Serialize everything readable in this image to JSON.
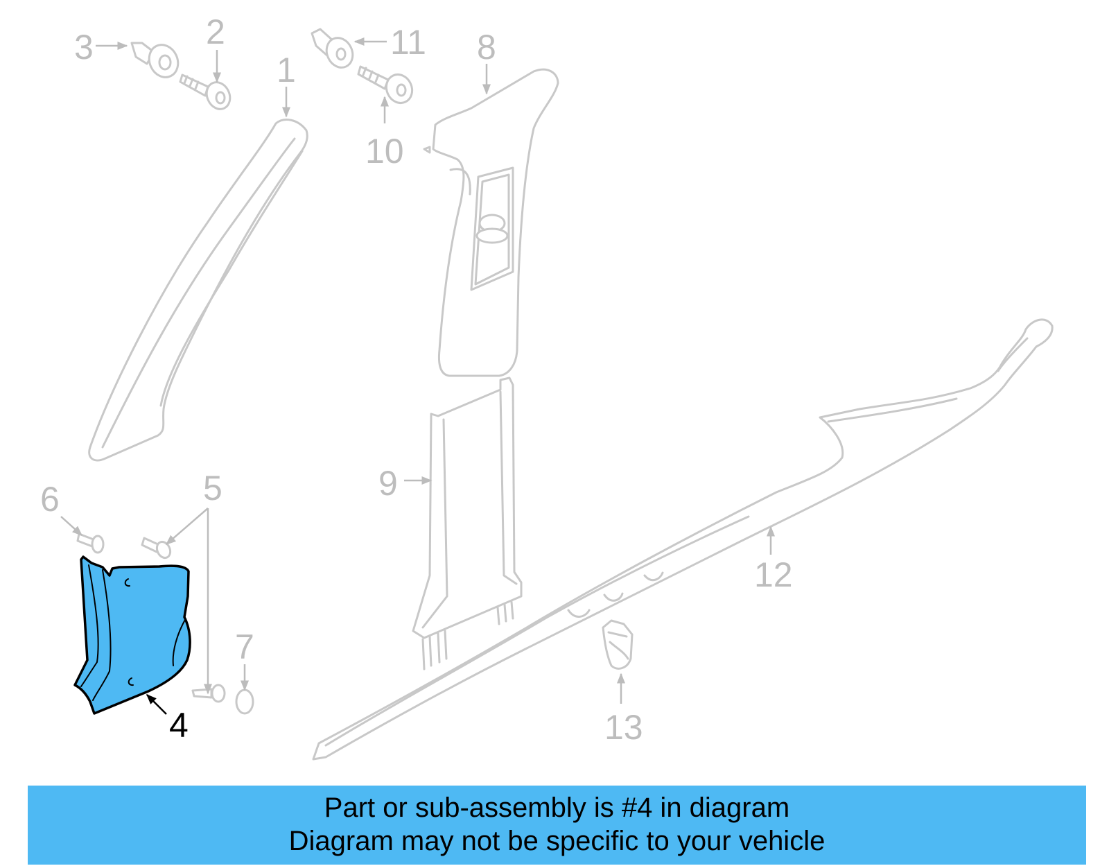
{
  "callouts": {
    "c1": "1",
    "c2": "2",
    "c3": "3",
    "c4": "4",
    "c5": "5",
    "c6": "6",
    "c7": "7",
    "c8": "8",
    "c9": "9",
    "c10": "10",
    "c11": "11",
    "c12": "12",
    "c13": "13"
  },
  "highlighted_part": "4",
  "colors": {
    "highlight": "#4eb9f3",
    "line_art": "#c8c8c8",
    "callout_text": "#bdbdbd"
  },
  "caption": {
    "line1": "Part or sub-assembly is #4 in diagram",
    "line2": "Diagram may not be specific to your vehicle"
  }
}
